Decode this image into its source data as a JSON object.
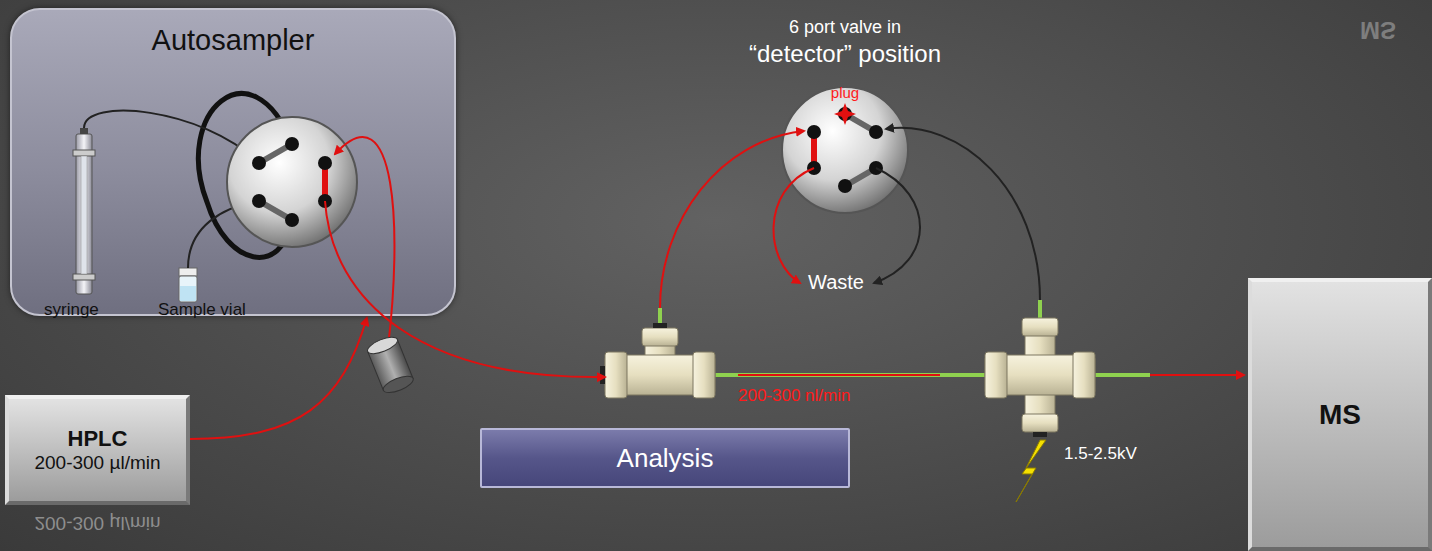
{
  "diagram": {
    "nodes": [
      {
        "text": [
          "Autosampler"
        ]
      },
      {
        "text": [
          "HPLC",
          "200-300 µl/min"
        ]
      },
      {
        "text": [
          "Analysis"
        ]
      },
      {
        "text": [
          "MS"
        ]
      }
    ],
    "edges": [
      {
        "from": 1,
        "to": 0,
        "arrow": "to"
      }
    ],
    "labels": [
      "6 port valve in",
      "“detector” position",
      "plug",
      "syringe",
      "Sample vial",
      "Waste",
      "200-300 nl/min",
      "1.5-2.5kV",
      "200-300 µl/min",
      "MS"
    ]
  }
}
